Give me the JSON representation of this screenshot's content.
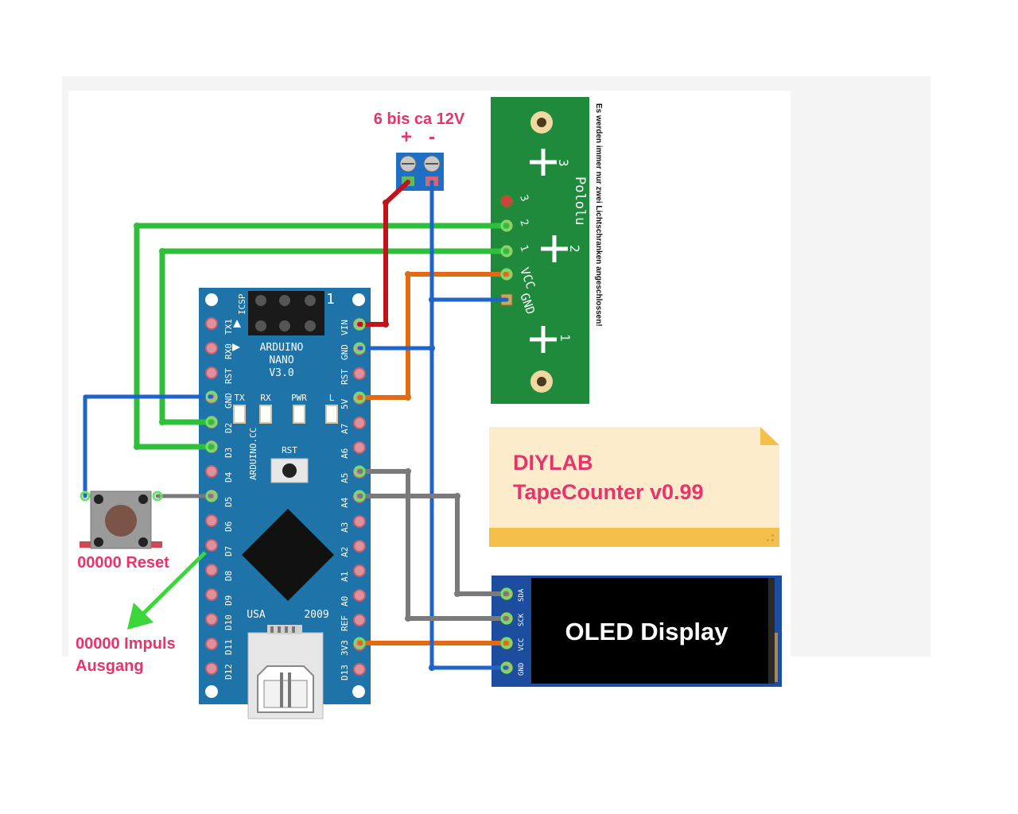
{
  "supply": {
    "label": "6 bis ca 12V",
    "plus": "+",
    "minus": "-"
  },
  "sensor": {
    "title": "Pololu",
    "note": "Es werden immer nur zwei Lichtschranken angeschlossen!",
    "pins": [
      "3",
      "2",
      "1",
      "VCC",
      "GND"
    ],
    "markers": [
      "3",
      "2",
      "1"
    ]
  },
  "arduino": {
    "name": [
      "ARDUINO",
      "NANO",
      "V3.0"
    ],
    "icsp": "ICSP",
    "one": "1",
    "leds": [
      "TX",
      "RX",
      "PWR",
      "L"
    ],
    "website": "ARDUINO.CC",
    "rst": "RST",
    "usa": "USA",
    "year": "2009",
    "left_pins": [
      "TX1",
      "RX0",
      "RST",
      "GND",
      "D2",
      "D3",
      "D4",
      "D5",
      "D6",
      "D7",
      "D8",
      "D9",
      "D10",
      "D11",
      "D12"
    ],
    "right_pins": [
      "VIN",
      "GND",
      "RST",
      "5V",
      "A7",
      "A6",
      "A5",
      "A4",
      "A3",
      "A2",
      "A1",
      "A0",
      "REF",
      "3V3",
      "D13"
    ]
  },
  "note_card": {
    "line1": "DIYLAB",
    "line2": "TapeCounter v0.99",
    "bg": "#fdeccc",
    "fold": "#f5c04a"
  },
  "oled": {
    "label": "OLED Display",
    "pins": [
      "SDA",
      "SCK",
      "VCC",
      "GND"
    ]
  },
  "button": {
    "label": "00000 Reset"
  },
  "output": {
    "line1": "00000 Impuls",
    "line2": "Ausgang"
  },
  "colors": {
    "board": "#1e73a8",
    "sensor_pcb": "#1f8a3c",
    "oled_pcb": "#1c4d9e",
    "wire_green": "#2fbf3a",
    "wire_blue": "#1f64c8",
    "wire_red": "#c0141a",
    "wire_orange": "#e26a12",
    "wire_gray": "#7a7a7a",
    "arrow": "#3ad63a",
    "text_pink": "#e8336b"
  }
}
